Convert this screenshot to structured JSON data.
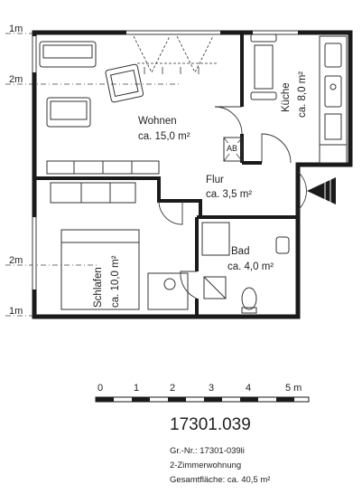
{
  "levels": {
    "top_left": "1m",
    "left_upper": "2m",
    "left_lower": "2m",
    "bottom_left": "1m"
  },
  "rooms": {
    "wohnen": {
      "name": "Wohnen",
      "area": "ca. 15,0 m²"
    },
    "kueche": {
      "name": "Küche",
      "area": "ca. 8,0 m²"
    },
    "flur": {
      "name": "Flur",
      "area": "ca. 3,5 m²"
    },
    "bad": {
      "name": "Bad",
      "area": "ca. 4,0 m²"
    },
    "schlafen": {
      "name": "Schlafen",
      "area": "ca. 10,0 m²"
    },
    "ab": "AB"
  },
  "scale": {
    "ticks": [
      "0",
      "1",
      "2",
      "3",
      "4",
      "5 m"
    ]
  },
  "info": {
    "id": "17301.039",
    "gr_nr": "Gr.-Nr.: 17301-039li",
    "type": "2-Zimmerwohnung",
    "total_area": "Gesamtfläche: ca. 40,5 m²"
  },
  "colors": {
    "wall": "#1a1a1a",
    "line": "#333333"
  },
  "icons": [
    "entrance-arrow-icon",
    "door-swing-icon",
    "window-icon"
  ]
}
